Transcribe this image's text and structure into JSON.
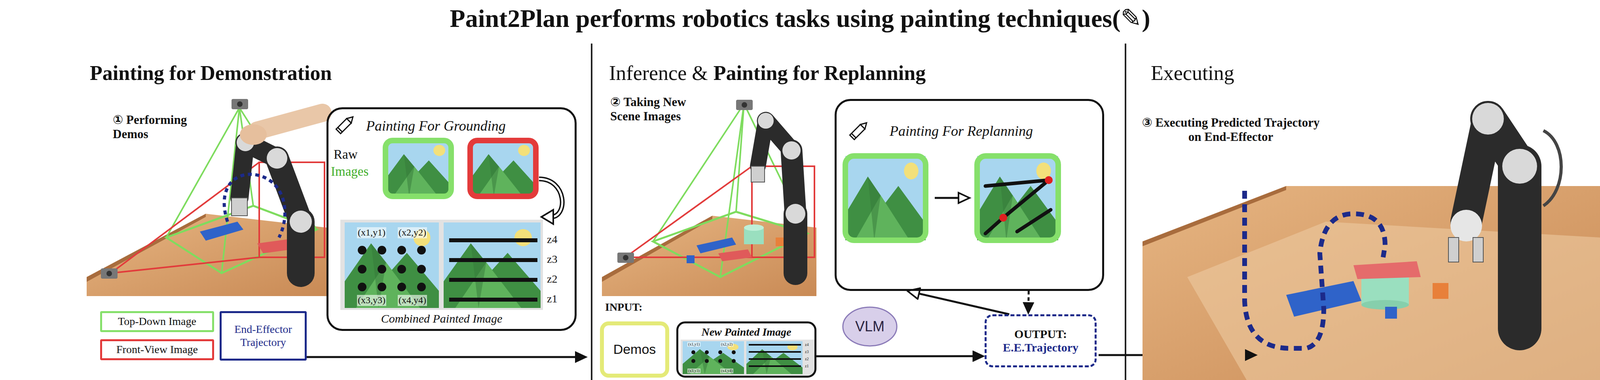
{
  "diagram": {
    "title": "Paint2Plan performs robotics tasks using painting techniques(✎)",
    "nodes": [
      {
        "text": [
          "Painting For Grounding"
        ]
      },
      {
        "text": [
          "Top-Down Image"
        ]
      },
      {
        "text": [
          "Front-View Image"
        ]
      },
      {
        "text": [
          "End-Effector Trajectory"
        ]
      },
      {
        "text": [
          "Painting For Replanning"
        ]
      },
      {
        "text": [
          "Demos"
        ]
      },
      {
        "text": [
          "New Painted Image"
        ]
      },
      {
        "text": [
          "VLM"
        ]
      },
      {
        "text": [
          "OUTPUT:",
          "E.E.Trajectory"
        ]
      }
    ],
    "edges": [
      {
        "from": 6,
        "to": 8,
        "arrow": "to"
      },
      {
        "from": 8,
        "to": 4,
        "arrow": "to"
      },
      {
        "from": 4,
        "to": 8,
        "arrow": "to"
      }
    ],
    "labels": [
      "Painting for Demonstration",
      "Inference &",
      "Painting for Replanning",
      "Executing",
      "① Performing Demos",
      "Raw",
      "Images",
      "(x1,y1)",
      "(x2,y2)",
      "(x3,y3)",
      "(x4,y4)",
      "z4",
      "z3",
      "z2",
      "z1",
      "Combined Painted Image",
      "② Taking New Scene Images",
      "INPUT:",
      "(x1,y1)",
      "(x2,y2)",
      "(x3,y3)",
      "(x4,y4)",
      "z4",
      "z3",
      "z2",
      "z1",
      "③ Executing Predicted Trajectory on End-Effector"
    ]
  }
}
